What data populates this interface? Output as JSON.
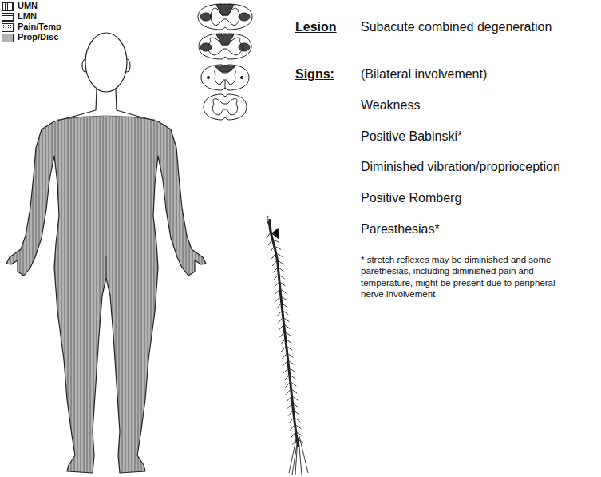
{
  "diagram": {
    "labels": [
      "Lesion",
      "Subacute combined degeneration",
      "Signs:",
      "(Bilateral involvement)",
      "Weakness",
      "Positive Babinski*",
      "Diminished vibration/proprioception",
      "Positive Romberg",
      "Paresthesias*",
      "* stretch reflexes may be diminished and some parethesias, including diminished pain and temperature, might be present due to peripheral nerve involvement"
    ],
    "legend": [
      {
        "text": "UMN"
      },
      {
        "text": "LMN"
      },
      {
        "text": "Pain/Temp"
      },
      {
        "text": "Prop/Disc",
        "color": "#b3b3b3"
      }
    ]
  }
}
